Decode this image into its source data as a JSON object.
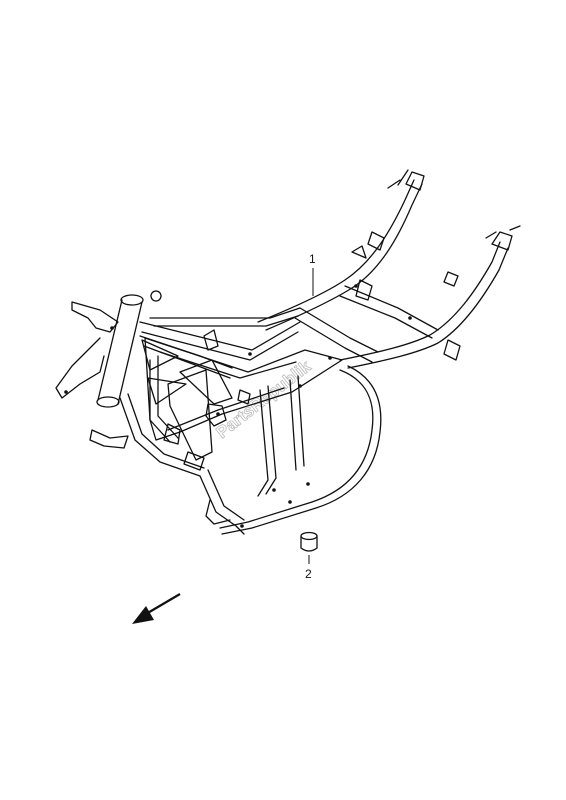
{
  "diagram": {
    "callouts": [
      {
        "id": "1",
        "label": "1"
      },
      {
        "id": "2",
        "label": "2"
      }
    ],
    "watermark": "PartsRepublik"
  },
  "colors": {
    "line": "#111111",
    "watermark": "#bdbdbd",
    "background": "#ffffff"
  },
  "icons": {
    "direction_arrow": "front-direction-arrow-icon"
  }
}
